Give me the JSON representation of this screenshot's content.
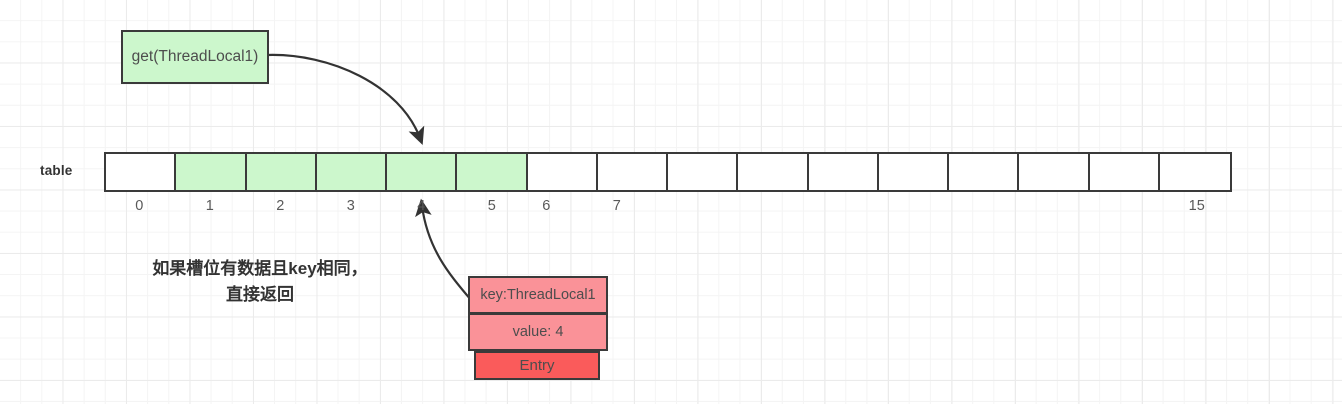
{
  "diagram": {
    "title_text_on_canvas": null,
    "call_box": {
      "label": "get(ThreadLocal1)",
      "fill": "#ccf7cc",
      "stroke": "#3a3a3a"
    },
    "table": {
      "label": "table",
      "slot_count": 16,
      "filled_slots": [
        1,
        2,
        3,
        4,
        5
      ],
      "filled_fill": "#ccf7cc",
      "empty_fill": "#ffffff",
      "index_labels": [
        {
          "index": 0,
          "text": "0",
          "shown": true
        },
        {
          "index": 1,
          "text": "1",
          "shown": true
        },
        {
          "index": 2,
          "text": "2",
          "shown": true
        },
        {
          "index": 3,
          "text": "3",
          "shown": true
        },
        {
          "index": 4,
          "text": "4",
          "shown": true
        },
        {
          "index": 5,
          "text": "5",
          "shown": true
        },
        {
          "index": 6,
          "text": "6",
          "shown": true
        },
        {
          "index": 7,
          "text": "7",
          "shown": true
        },
        {
          "index": 8,
          "text": "",
          "shown": false
        },
        {
          "index": 9,
          "text": "",
          "shown": false
        },
        {
          "index": 10,
          "text": "",
          "shown": false
        },
        {
          "index": 11,
          "text": "",
          "shown": false
        },
        {
          "index": 12,
          "text": "",
          "shown": false
        },
        {
          "index": 13,
          "text": "",
          "shown": false
        },
        {
          "index": 14,
          "text": "",
          "shown": false
        },
        {
          "index": 15,
          "text": "15",
          "shown": true
        }
      ]
    },
    "note": {
      "line1": "如果槽位有数据且key相同，",
      "line2": "直接返回"
    },
    "entry": {
      "key_label": "key:ThreadLocal1",
      "value_label": "value: 4",
      "type_label": "Entry",
      "box_fill": "#fa9298",
      "back_fill": "#fa5b5b",
      "stroke": "#3a3a3a"
    },
    "arrows": [
      {
        "name": "call-to-slot4",
        "from": "call_box.right",
        "to": "table.slot4.top",
        "style": "curved-solid-arrowhead"
      },
      {
        "name": "entry-to-slot4",
        "from": "entry.key.left",
        "to": "table.slot4.bottom",
        "style": "curved-solid-arrowhead"
      }
    ]
  }
}
